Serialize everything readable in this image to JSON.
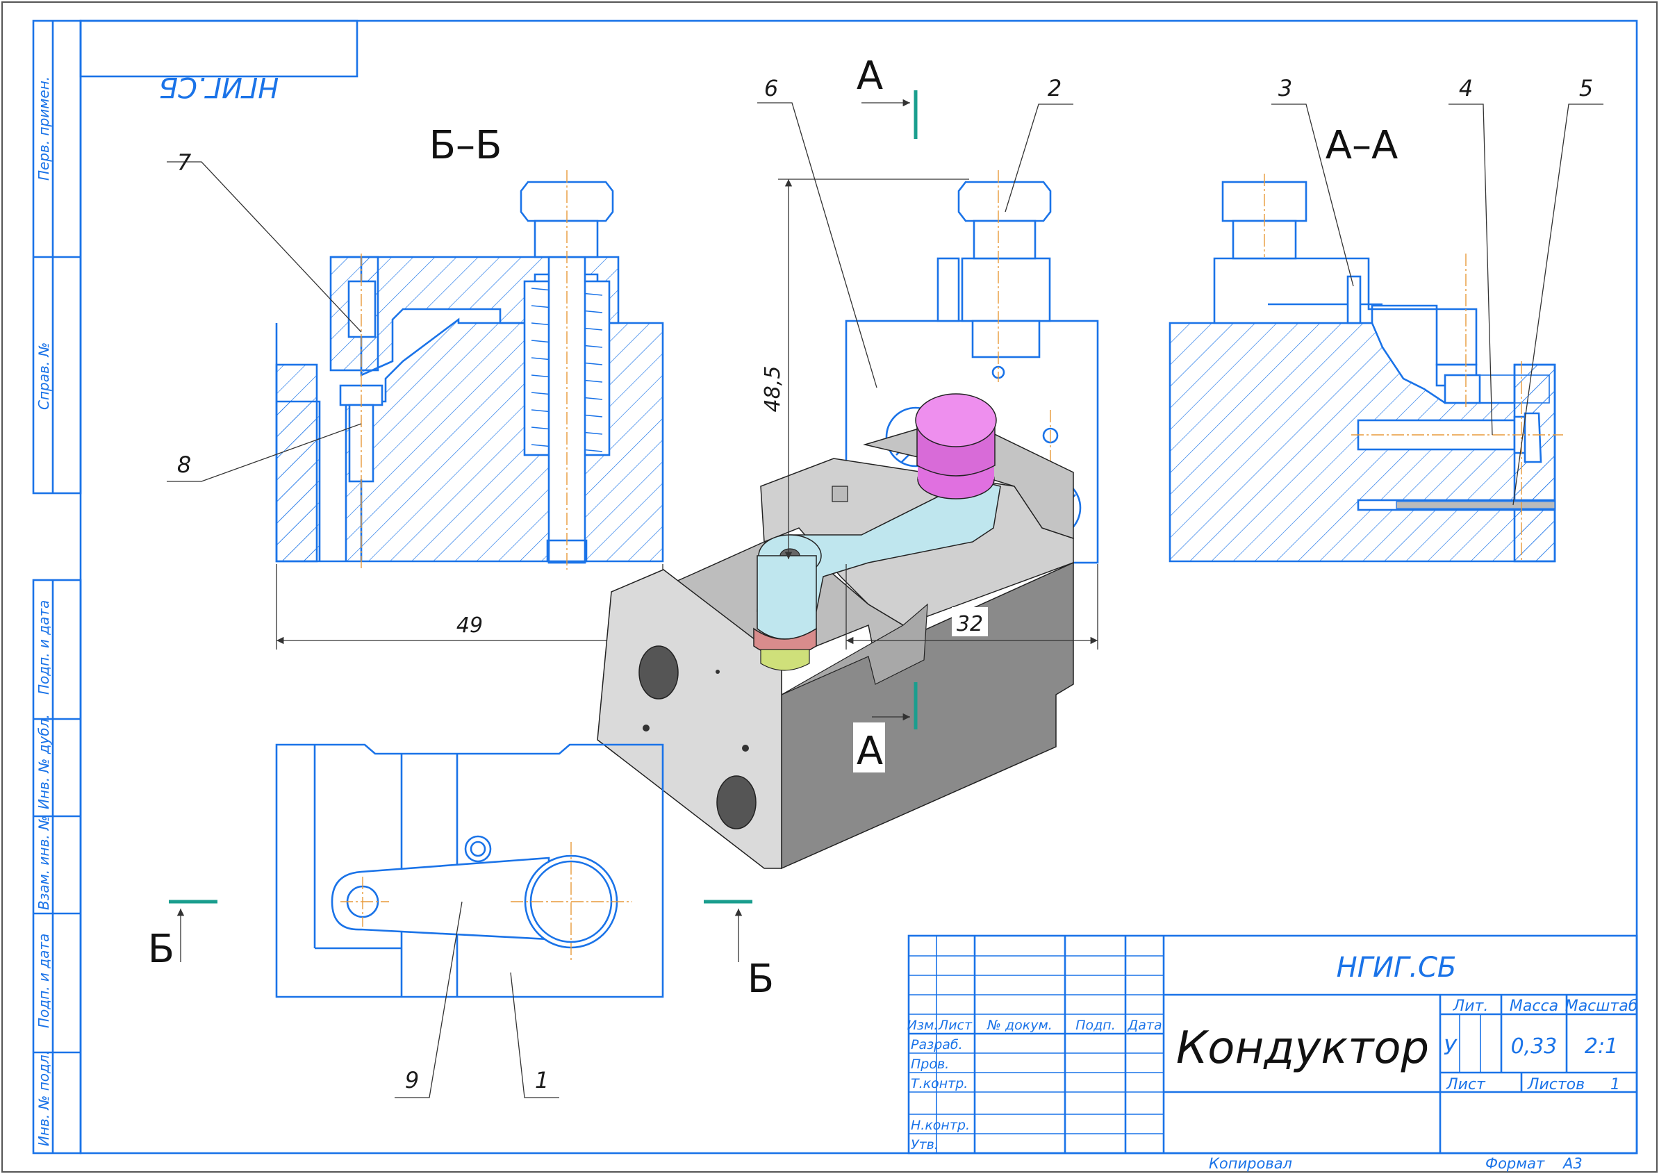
{
  "sheet": {
    "stamp_top": "НГИГ.СБ",
    "designation": "НГИГ.СБ",
    "title": "Кондуктор",
    "mass_header": "Масса",
    "scale_header": "Масштаб",
    "lit_header": "Лит.",
    "mass": "0,33",
    "scale": "2:1",
    "lit": "У",
    "sheet_label": "Лист",
    "sheets_label": "Листов",
    "sheets_count": "1",
    "copied": "Копировал",
    "format_label": "Формат",
    "format": "А3"
  },
  "table_headers": {
    "izm": "Изм.",
    "list": "Лист",
    "doc": "№ докум.",
    "sign": "Подп.",
    "date": "Дата"
  },
  "roles": [
    "Разраб.",
    "Пров.",
    "Т.контр.",
    "Н.контр.",
    "Утв."
  ],
  "side_labels": [
    "Перв. примен.",
    "Справ. №",
    "Подп. и дата",
    "Инв. № дубл.",
    "Взам. инв. №",
    "Подп. и дата",
    "Инв. № подл."
  ],
  "views": {
    "section_bb": "Б–Б",
    "section_aa": "А–А",
    "cut_a_top": "А",
    "cut_a_bottom": "А",
    "cut_b_left": "Б",
    "cut_b_right": "Б"
  },
  "dimensions": {
    "width_left": "49",
    "height_center": "48,5",
    "width_center": "32"
  },
  "positions": [
    "1",
    "2",
    "3",
    "4",
    "5",
    "6",
    "7",
    "8",
    "9"
  ],
  "colors": {
    "line": "#1a73e8",
    "cut_marker": "#1a9e8e",
    "axis": "#e89a3a",
    "part_cap": "#e070e0",
    "part_lever": "#bfe6ee",
    "body_dark": "#8a8a8a",
    "body_light": "#d8d8d8"
  }
}
